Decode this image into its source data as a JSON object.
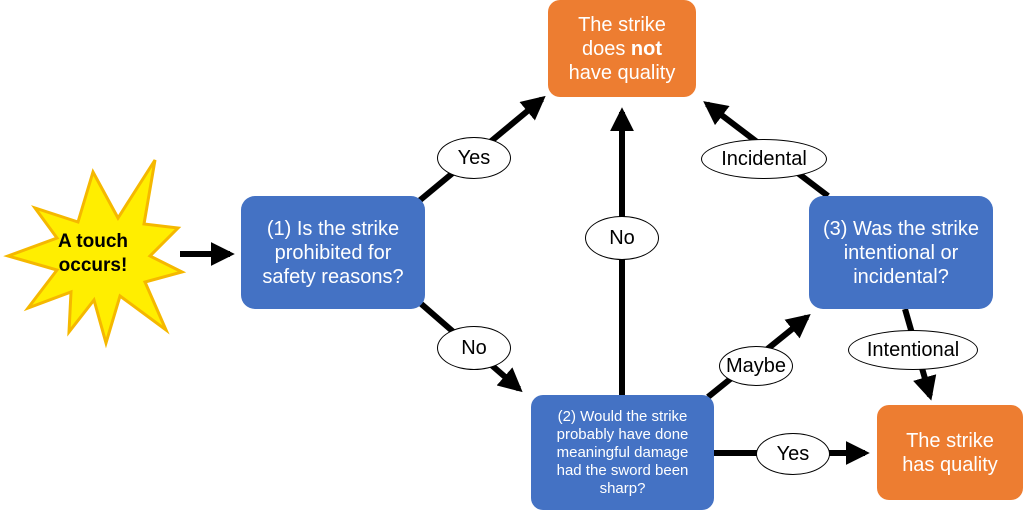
{
  "start": {
    "label": "A touch\noccurs!"
  },
  "nodes": {
    "q1": "(1) Is the strike\nprohibited for\nsafety reasons?",
    "q2": "(2) Would the strike\nprobably have done\nmeaningful damage\nhad the sword been\nsharp?",
    "q3": "(3) Was the strike\nintentional or\nincidental?",
    "no_quality": {
      "line1": "The strike",
      "line2_prefix": "does ",
      "line2_bold": "not",
      "line3": "have quality"
    },
    "has_quality": "The strike\nhas quality"
  },
  "edge_labels": {
    "q1_yes": "Yes",
    "q1_no": "No",
    "q2_no": "No",
    "q2_maybe": "Maybe",
    "q2_yes": "Yes",
    "q3_incidental": "Incidental",
    "q3_intentional": "Intentional"
  },
  "colors": {
    "question": "#4472c4",
    "outcome": "#ed7d31",
    "star_fill": "#ffee00",
    "star_outline": "#f5b800"
  }
}
